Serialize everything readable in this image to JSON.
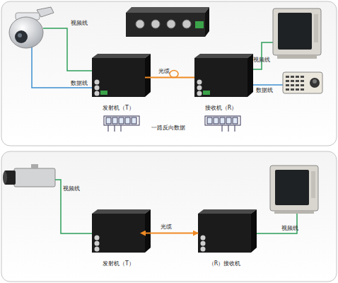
{
  "diagram": {
    "nodes": [
      {
        "text": [
          "发射机（T）"
        ]
      },
      {
        "text": [
          "接收机（R）"
        ]
      },
      {
        "text": [
          "发射机（T）"
        ]
      },
      {
        "text": [
          "（R）接收机"
        ]
      }
    ],
    "edges": [
      {
        "from": 0,
        "to": 1,
        "label": "光缆",
        "arrow": "none"
      },
      {
        "from": 2,
        "to": 3,
        "label": "光缆",
        "arrow": "both"
      }
    ],
    "labels": [
      "视频线",
      "数据线",
      "视频线",
      "数据线",
      "一路反向数据",
      "视频线",
      "视频线"
    ]
  }
}
